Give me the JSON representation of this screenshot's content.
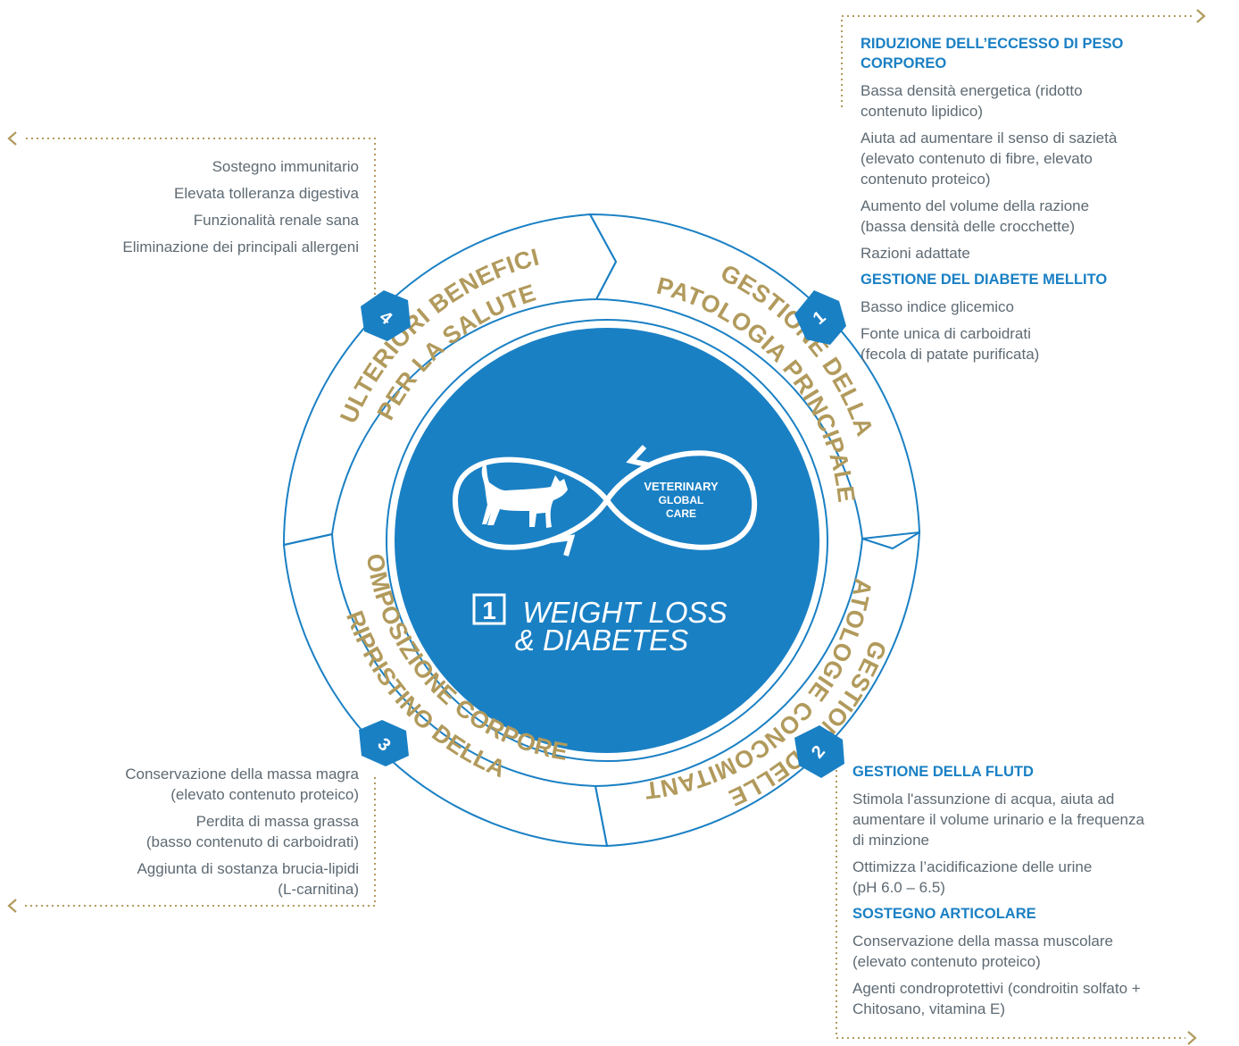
{
  "colors": {
    "blue": "#1a80c4",
    "gold": "#b19a5c",
    "text": "#5e6a73",
    "white": "#ffffff"
  },
  "center": {
    "logo_top": "VETERINARY",
    "logo_mid": "GLOBAL",
    "logo_bot": "CARE",
    "number": "1",
    "line1": "WEIGHT LOSS",
    "line2": "& DIABETES"
  },
  "segments": [
    {
      "number": "1",
      "line1": "GESTIONE DELLA",
      "line2": "PATOLOGIA PRINCIPALE"
    },
    {
      "number": "2",
      "line1": "GESTIONE DELLE",
      "line2": "PATOLOGIE CONCOMITANTI"
    },
    {
      "number": "3",
      "line1": "RIPRISTINO DELLA",
      "line2": "COMPOSIZIONE CORPOREA"
    },
    {
      "number": "4",
      "line1": "ULTERIORI BENEFICI",
      "line2": "PER LA SALUTE"
    }
  ],
  "panel_top_right": {
    "head1": "RIDUZIONE DELL’ECCESSO DI PESO\nCORPOREO",
    "items1": [
      "Bassa densità energetica (ridotto\ncontenuto lipidico)",
      "Aiuta ad aumentare il senso di sazietà\n(elevato contenuto di fibre, elevato\ncontenuto proteico)",
      "Aumento del volume della razione\n(bassa densità delle crocchette)",
      "Razioni adattate"
    ],
    "head2": "GESTIONE DEL DIABETE MELLITO",
    "items2": [
      "Basso indice glicemico",
      "Fonte unica di carboidrati\n    (fecola di patate purificata)"
    ]
  },
  "panel_top_left": {
    "items": [
      "Sostegno immunitario",
      "Elevata tolleranza digestiva",
      "Funzionalità renale sana",
      "Eliminazione dei principali allergeni"
    ]
  },
  "panel_bottom_left": {
    "items": [
      "Conservazione della massa magra\n(elevato contenuto proteico)",
      "Perdita di massa grassa\n(basso contenuto di carboidrati)",
      "Aggiunta di sostanza brucia-lipidi\n(L-carnitina)"
    ]
  },
  "panel_bottom_right": {
    "head1": "GESTIONE DELLA FLUTD",
    "items1": [
      "Stimola l'assunzione di acqua, aiuta ad\naumentare il volume urinario e la frequenza\ndi minzione",
      "Ottimizza l’acidificazione delle urine\n(pH 6.0 – 6.5)"
    ],
    "head2": "SOSTEGNO ARTICOLARE",
    "items2": [
      "Conservazione della massa muscolare\n(elevato contenuto proteico)",
      "Agenti condroprotettivi (condroitin solfato +\nChitosano, vitamina E)"
    ]
  }
}
